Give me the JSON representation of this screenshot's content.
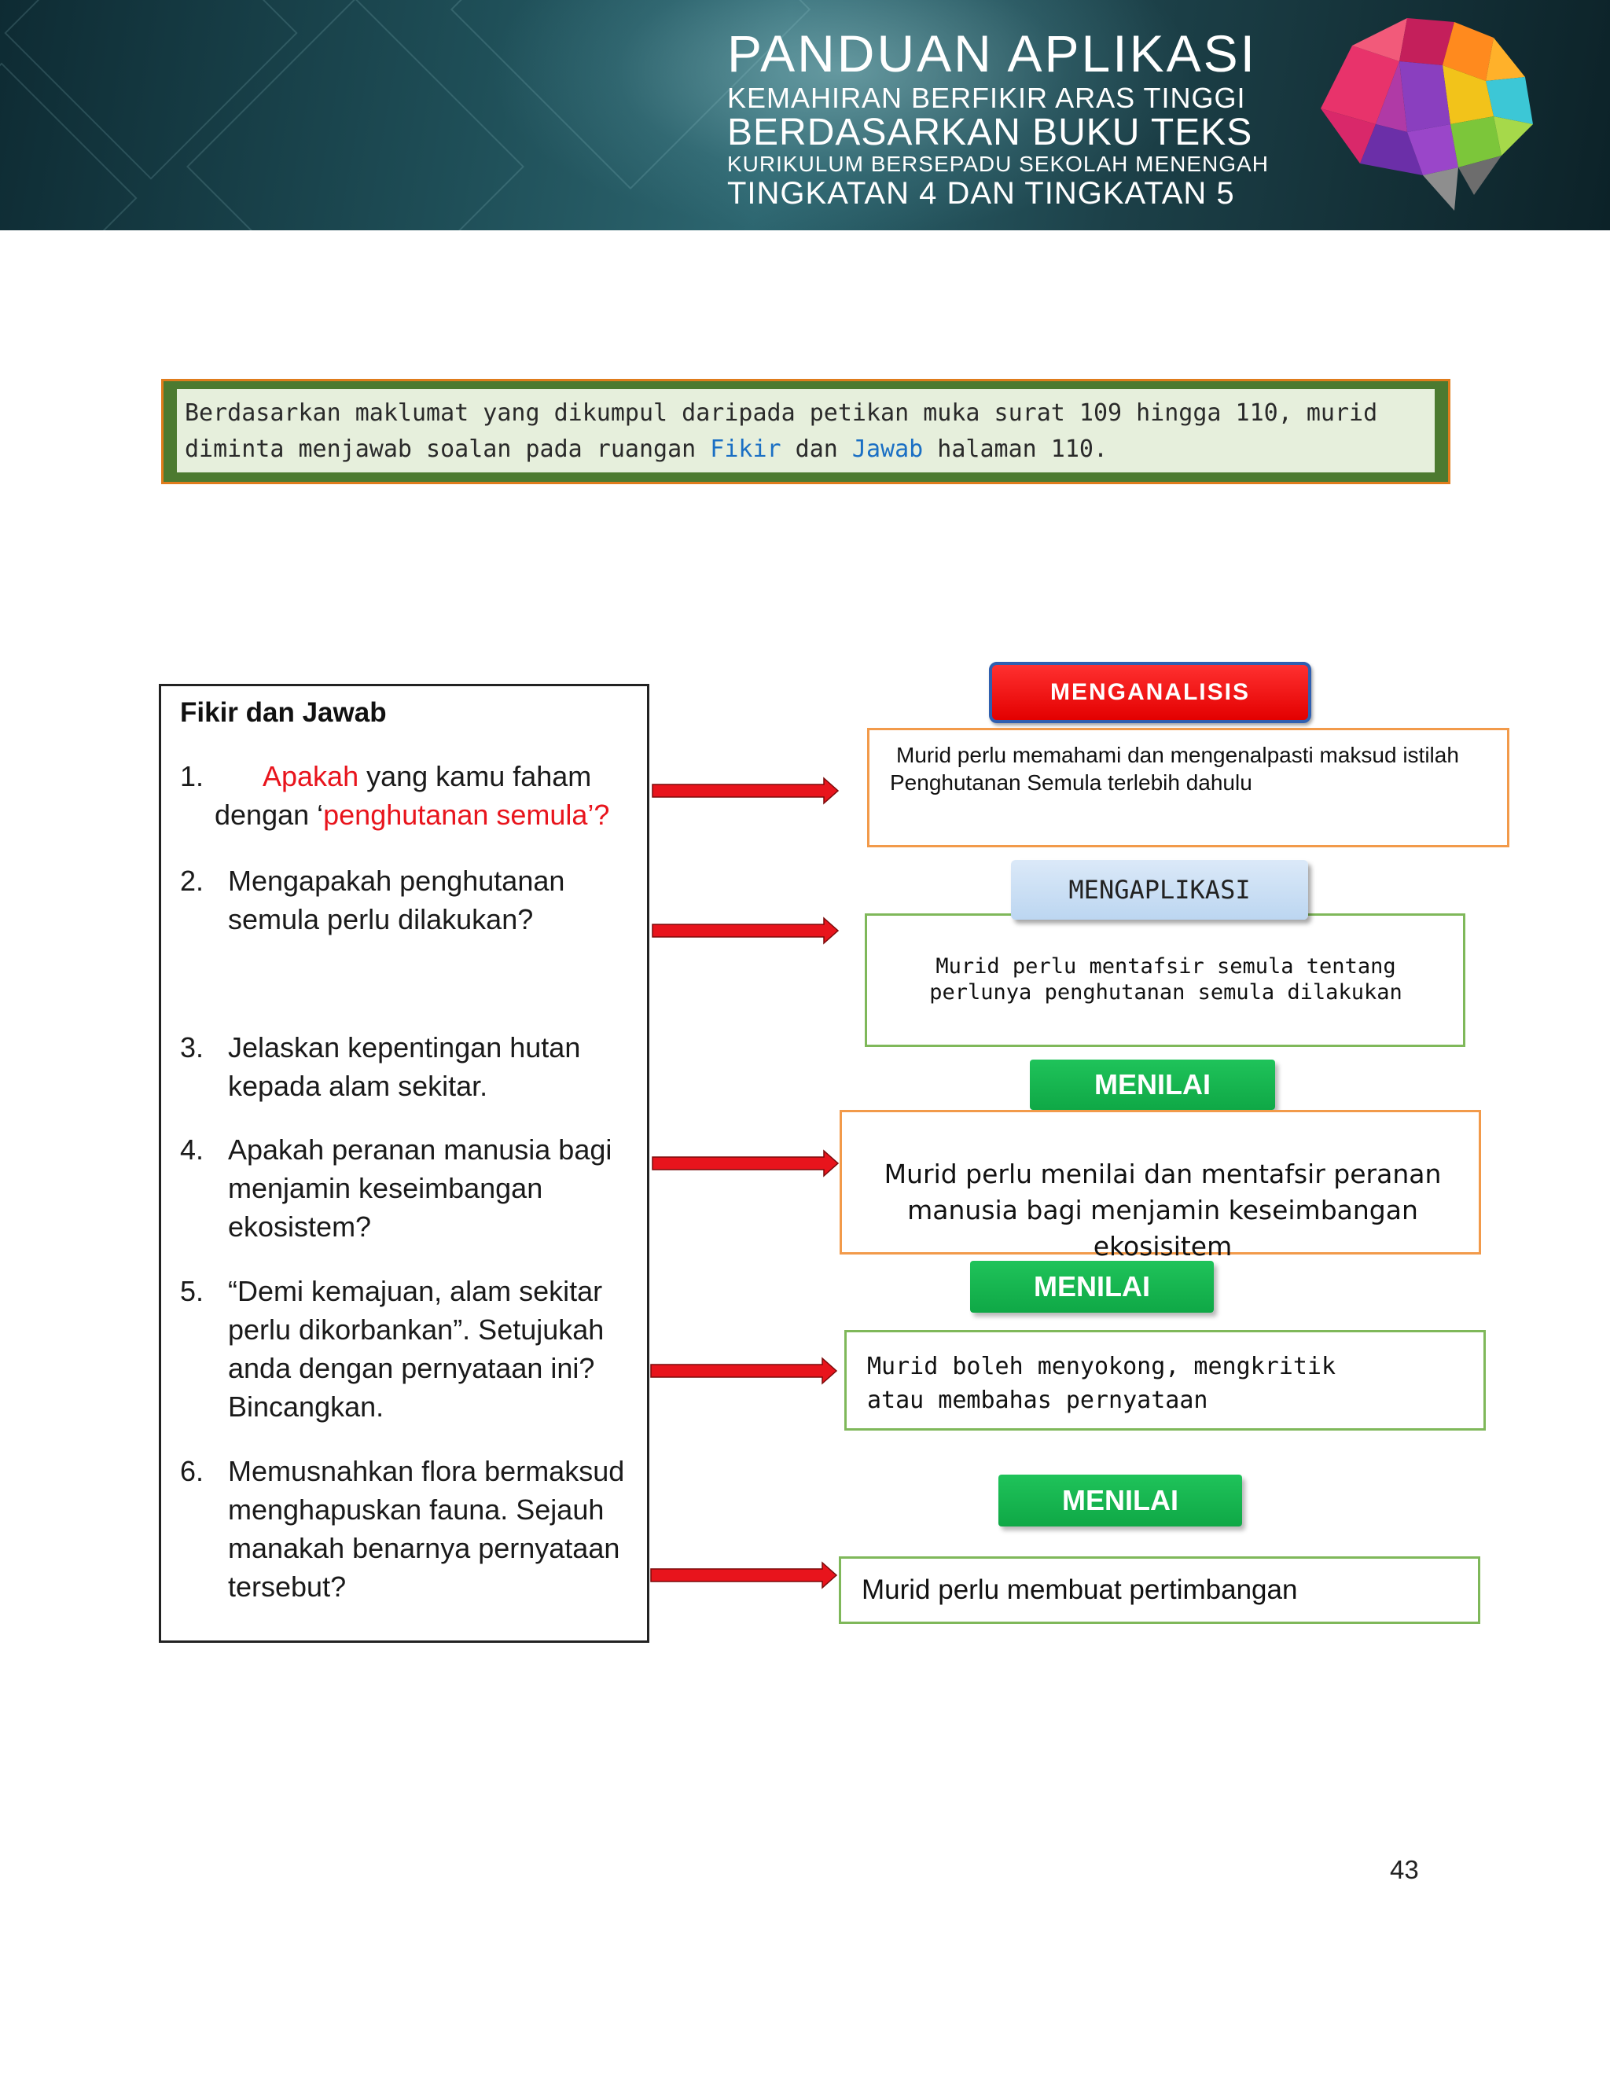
{
  "header": {
    "line1": "PANDUAN APLIKASI",
    "line2": "KEMAHIRAN BERFIKIR ARAS TINGGI",
    "line3": "BERDASARKAN BUKU TEKS",
    "line4": "KURIKULUM BERSEPADU SEKOLAH MENENGAH",
    "line5": "TINGKATAN 4 DAN TINGKATAN 5",
    "logo_icon": "polygon-brain-icon"
  },
  "instruction": {
    "part1": "Berdasarkan maklumat yang dikumpul daripada petikan muka surat 109 hingga 110, murid diminta menjawab soalan pada ruangan ",
    "fikir": "Fikir",
    "dan": " dan ",
    "jawab": "Jawab",
    "part2": " halaman 110."
  },
  "questions": {
    "title": "Fikir dan Jawab",
    "items": [
      {
        "num": "1.",
        "pre": "",
        "hl1": "Apakah",
        "mid": " yang kamu faham dengan ‘",
        "hl2": "penghutanan semula’?",
        "post": ""
      },
      {
        "num": "2.",
        "text": "Mengapakah penghutanan semula perlu dilakukan?"
      },
      {
        "num": "3.",
        "text": "Jelaskan kepentingan hutan kepada alam sekitar."
      },
      {
        "num": "4.",
        "text": "Apakah peranan manusia bagi menjamin keseimbangan ekosistem?"
      },
      {
        "num": "5.",
        "text": "“Demi kemajuan, alam sekitar perlu dikorbankan”. Setujukah anda dengan pernyataan ini? Bincangkan."
      },
      {
        "num": "6.",
        "text": "Memusnahkan flora bermaksud menghapuskan fauna. Sejauh manakah benarnya pernyataan tersebut?"
      }
    ]
  },
  "skills": [
    {
      "label": "MENGANALISIS",
      "answer": "Murid perlu memahami  dan mengenalpasti maksud istilah Penghutanan Semula terlebih dahulu"
    },
    {
      "label": "MENGAPLIKASI",
      "answer": "Murid  perlu mentafsir  semula  tentang perlunya penghutanan semula dilakukan"
    },
    {
      "label": "MENILAI",
      "answer": "Murid perlu menilai dan mentafsir peranan manusia bagi menjamin keseimbangan ekosisitem"
    },
    {
      "label": "MENILAI",
      "answer": "Murid boleh menyokong, mengkritik atau membahas pernyataan"
    },
    {
      "label": "MENILAI",
      "answer": "Murid perlu membuat pertimbangan"
    }
  ],
  "colors": {
    "arrow_red": "#e8141c",
    "label_red": "#e30000",
    "label_green": "#12b04c",
    "label_blue": "#c5dcf3",
    "border_orange": "#f29a4a",
    "border_green": "#7fb85a"
  },
  "page_number": "43"
}
